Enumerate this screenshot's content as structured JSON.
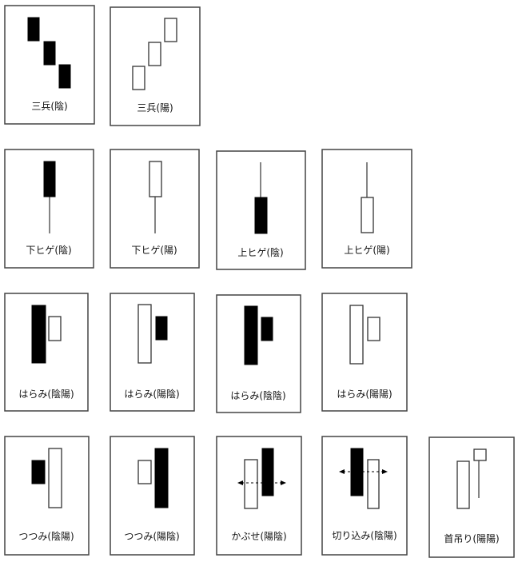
{
  "cards": [
    {
      "id": "sanpei-in",
      "label": "三兵(陰)"
    },
    {
      "id": "sanpei-yo",
      "label": "三兵(陽)"
    },
    {
      "id": "shitahige-in",
      "label": "下ヒゲ(陰)"
    },
    {
      "id": "shitahige-yo",
      "label": "下ヒゲ(陽)"
    },
    {
      "id": "uwahige-in",
      "label": "上ヒゲ(陰)"
    },
    {
      "id": "uwahige-yo",
      "label": "上ヒゲ(陽)"
    },
    {
      "id": "harami-inyo",
      "label": "はらみ(陰陽)"
    },
    {
      "id": "harami-yoin",
      "label": "はらみ(陽陰)"
    },
    {
      "id": "harami-inin",
      "label": "はらみ(陰陰)"
    },
    {
      "id": "harami-yoyo",
      "label": "はらみ(陽陽)"
    },
    {
      "id": "tsutsumi-inyo",
      "label": "つつみ(陰陽)"
    },
    {
      "id": "tsutsumi-yoin",
      "label": "つつみ(陽陰)"
    },
    {
      "id": "kabuse-yoin",
      "label": "かぶせ(陽陰)"
    },
    {
      "id": "kirikomi-inyo",
      "label": "切り込み(陰陽)"
    },
    {
      "id": "kubitsuri-yoyo",
      "label": "首吊り(陽陽)"
    }
  ]
}
